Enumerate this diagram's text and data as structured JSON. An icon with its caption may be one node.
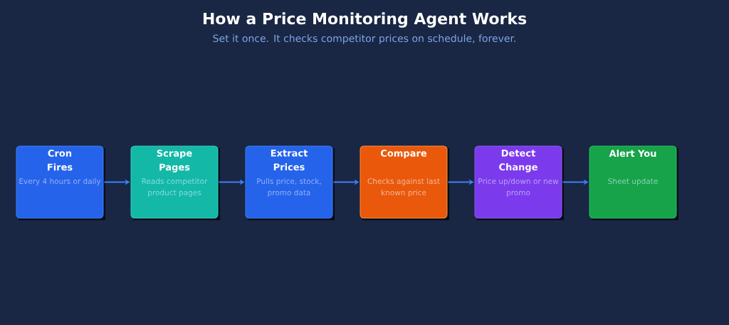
{
  "diagram": {
    "title": "How a Price Monitoring Agent Works",
    "caption": "Set it once. It checks competitor prices on schedule, forever.",
    "nodes": [
      {
        "text": [
          "Cron Fires",
          "Every 4 hours or daily"
        ]
      },
      {
        "text": [
          "Scrape Pages",
          "Reads competitor product pages"
        ]
      },
      {
        "text": [
          "Extract Prices",
          "Pulls price, stock, promo data"
        ]
      },
      {
        "text": [
          "Compare",
          "Checks against last known price"
        ]
      },
      {
        "text": [
          "Detect Change",
          "Price up/down or new promo"
        ]
      },
      {
        "text": [
          "Alert You",
          "Sheet update"
        ]
      }
    ],
    "edges": [
      {
        "from": 0,
        "to": 1,
        "arrow": "to"
      },
      {
        "from": 1,
        "to": 2,
        "arrow": "to"
      },
      {
        "from": 2,
        "to": 3,
        "arrow": "to"
      },
      {
        "from": 3,
        "to": 4,
        "arrow": "to"
      },
      {
        "from": 4,
        "to": 5,
        "arrow": "to"
      }
    ]
  }
}
